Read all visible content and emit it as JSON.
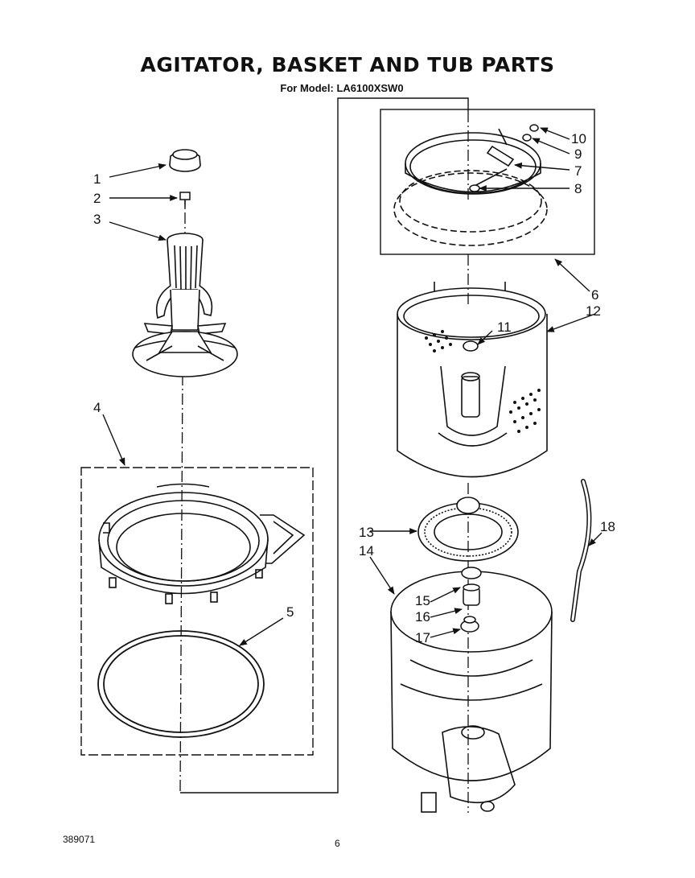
{
  "page": {
    "title": "AGITATOR, BASKET AND TUB PARTS",
    "subtitle": "For Model: LA6100XSW0",
    "doc_number": "389071",
    "page_number": "6"
  },
  "callouts": [
    "1",
    "2",
    "3",
    "4",
    "5",
    "6",
    "7",
    "8",
    "9",
    "10",
    "11",
    "12",
    "13",
    "14",
    "15",
    "16",
    "17",
    "18"
  ]
}
